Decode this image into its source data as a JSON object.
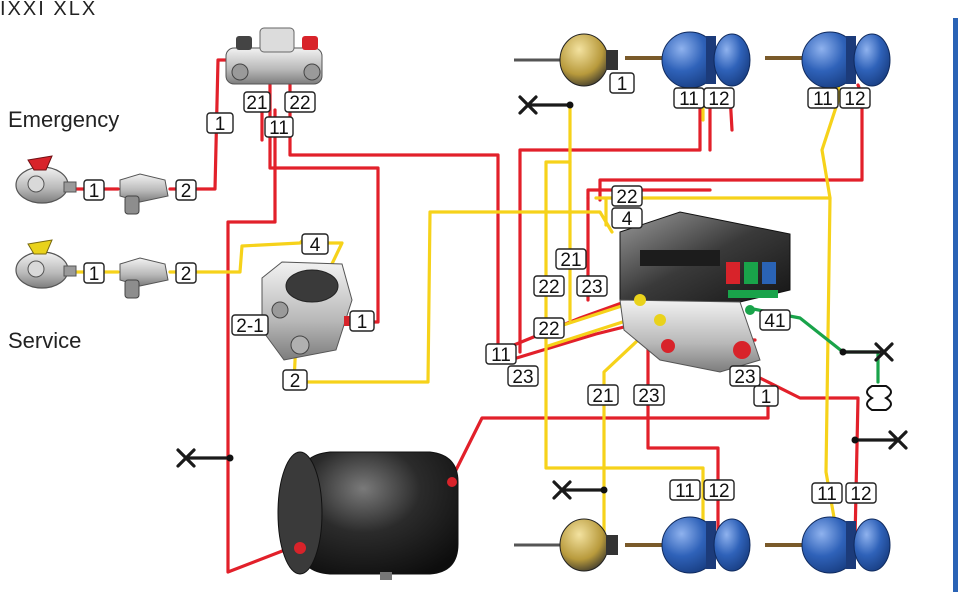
{
  "header": {
    "cut_text": "IXXI XLX"
  },
  "labels": {
    "emergency": "Emergency",
    "service": "Service"
  },
  "ports": {
    "coupling_emergency_out": "1",
    "filter_emergency_out": "2",
    "coupling_service_out": "1",
    "filter_service_out": "2",
    "relay_in": "1",
    "relay_p21": "21",
    "relay_p22": "22",
    "relay_p11": "11",
    "trailer_valve_p4": "4",
    "trailer_valve_p21": "2-1",
    "trailer_valve_p1": "1",
    "trailer_valve_p2": "2",
    "ebs_p22_top": "22",
    "ebs_p4": "4",
    "ebs_p21": "21",
    "ebs_p22_a": "22",
    "ebs_p23_a": "23",
    "ebs_p22_b": "22",
    "ebs_p11": "11",
    "ebs_p23_b": "23",
    "ebs_p41": "41",
    "ebs_p21_low": "21",
    "ebs_p23_low": "23",
    "ebs_p23_right": "23",
    "ebs_p1": "1",
    "front_chamber_left_1": "1",
    "front_chamber_mid_11": "11",
    "front_chamber_mid_12": "12",
    "front_chamber_right_11": "11",
    "front_chamber_right_12": "12",
    "rear_chamber_mid_11": "11",
    "rear_chamber_mid_12": "12",
    "rear_chamber_right_11": "11",
    "rear_chamber_right_12": "12"
  },
  "colors": {
    "emergency_line": "#e2202a",
    "service_line": "#f6d21a",
    "pilot_line": "#19a34a",
    "spring_chamber": "#2f62b9",
    "tank": "#2b2b2b",
    "accent_bar": "#2a63b5"
  },
  "icons": [
    "coupling-head-red-icon",
    "coupling-head-yellow-icon",
    "line-filter-icon",
    "relay-emergency-valve-icon",
    "trailer-control-valve-icon",
    "ebs-modulator-icon",
    "air-tank-icon",
    "brake-chamber-icon",
    "spring-brake-chamber-icon",
    "exhaust-plug-icon",
    "bellows-icon"
  ]
}
